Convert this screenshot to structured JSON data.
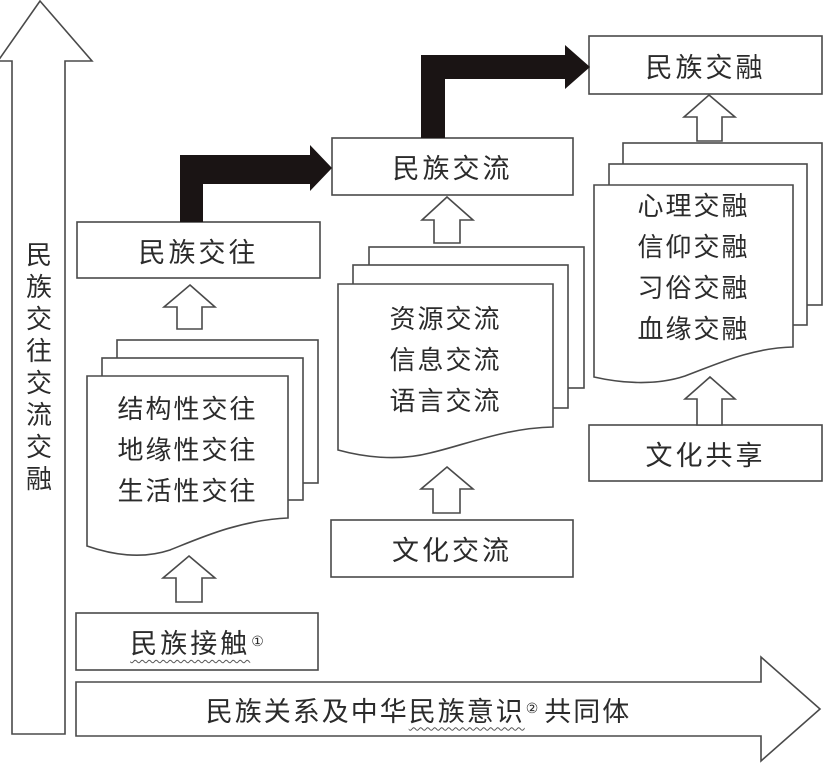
{
  "axes": {
    "vertical_label": [
      "民",
      "族",
      "交",
      "往",
      "交",
      "流",
      "交",
      "融"
    ],
    "horizontal_label": {
      "part1": "民族关系及中华",
      "underlined": "民族意识",
      "footnote": "②",
      "part2": "共同体"
    }
  },
  "stages": {
    "contact": {
      "title": "民族接触",
      "footnote": "①"
    },
    "interaction": {
      "title": "民族交往",
      "items": [
        "结构性交往",
        "地缘性交往",
        "生活性交往"
      ]
    },
    "exchange": {
      "title": "民族交流",
      "items": [
        "资源交流",
        "信息交流",
        "语言交流"
      ],
      "source": "文化交流"
    },
    "integration": {
      "title": "民族交融",
      "items": [
        "心理交融",
        "信仰交融",
        "习俗交融",
        "血缘交融"
      ],
      "source": "文化共享"
    }
  },
  "colors": {
    "stroke": "#4a4a4a",
    "progress_arrow": "#1a1414",
    "background": "#ffffff"
  }
}
